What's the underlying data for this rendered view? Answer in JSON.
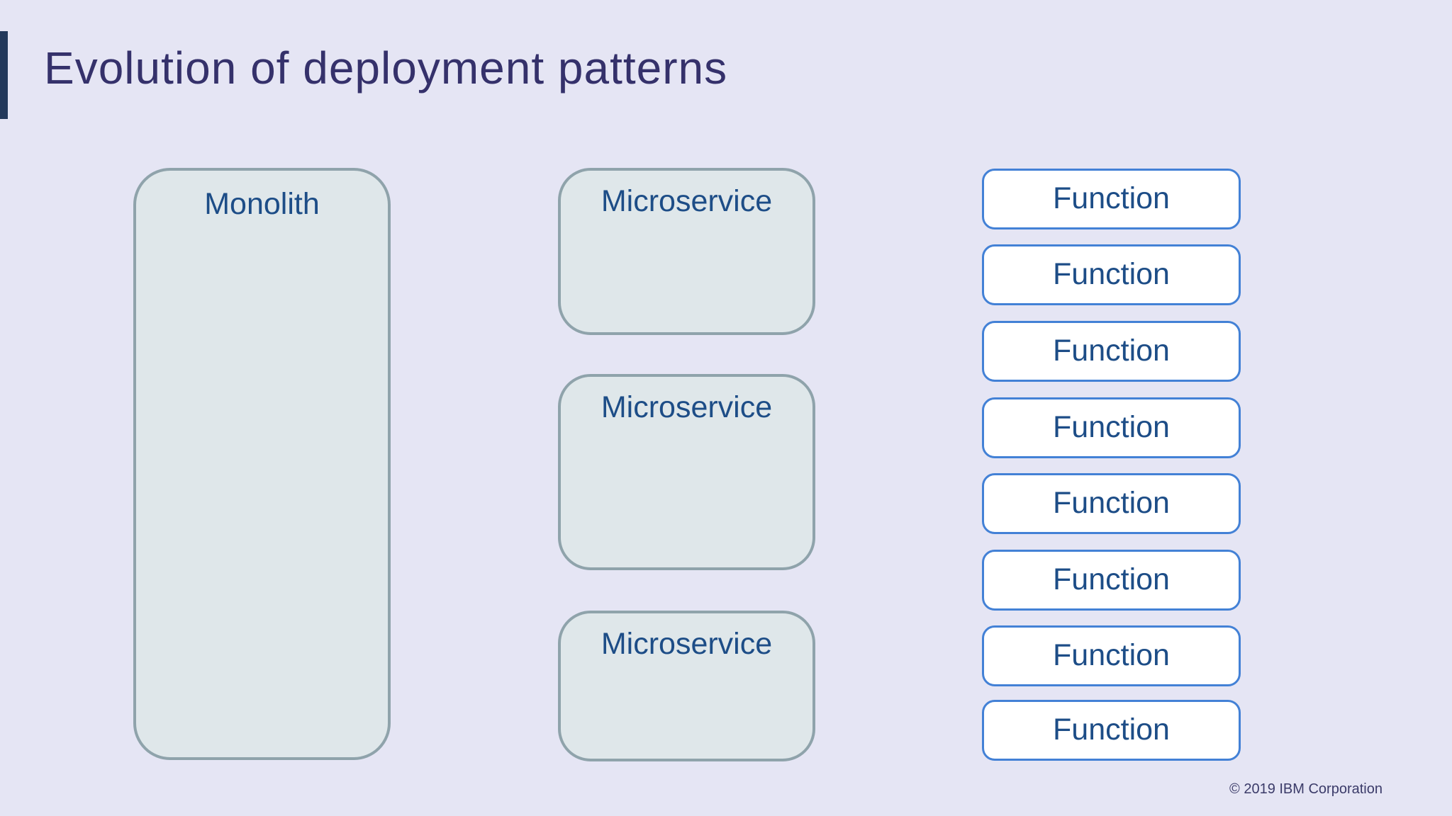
{
  "slide": {
    "title": "Evolution of deployment patterns",
    "footer": "© 2019 IBM Corporation"
  },
  "monolith": {
    "label": "Monolith"
  },
  "microservices": {
    "items": [
      "Microservice",
      "Microservice",
      "Microservice"
    ]
  },
  "functions": {
    "items": [
      "Function",
      "Function",
      "Function",
      "Function",
      "Function",
      "Function",
      "Function",
      "Function"
    ]
  },
  "colors": {
    "background": "#e5e5f4",
    "accent_bar": "#23395b",
    "title_text": "#35316b",
    "container_fill": "#dfe7ea",
    "container_border": "#8fa3ab",
    "function_fill": "#ffffff",
    "function_border": "#4381d6",
    "label_text": "#1d4d87",
    "footer_text": "#3b3b69"
  }
}
